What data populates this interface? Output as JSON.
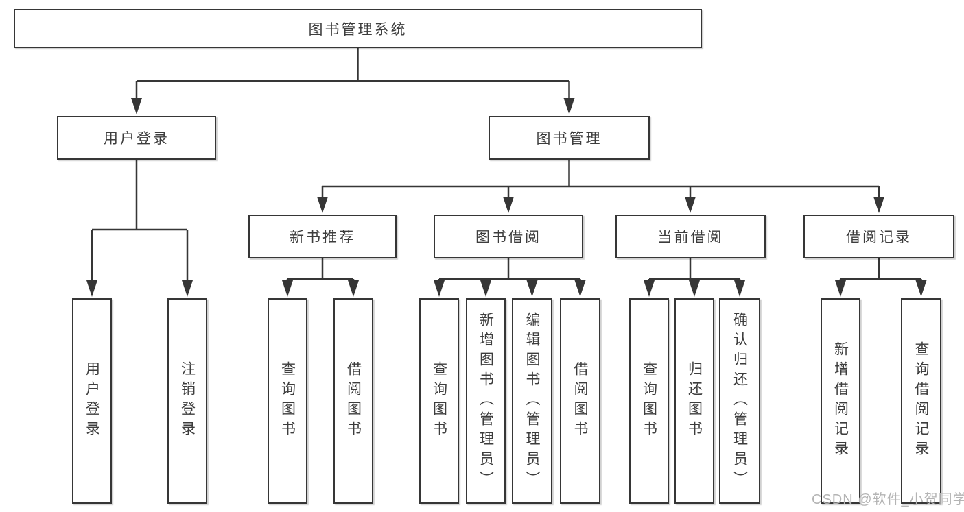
{
  "diagram": {
    "root": {
      "label": "图书管理系统",
      "children": [
        {
          "label": "用户登录",
          "children": [
            {
              "label": "用户登录"
            },
            {
              "label": "注销登录"
            }
          ]
        },
        {
          "label": "图书管理",
          "children": [
            {
              "label": "新书推荐",
              "children": [
                {
                  "label": "查询图书"
                },
                {
                  "label": "借阅图书"
                }
              ]
            },
            {
              "label": "图书借阅",
              "children": [
                {
                  "label": "查询图书"
                },
                {
                  "label": "新增图书（管理员）"
                },
                {
                  "label": "编辑图书（管理员）"
                },
                {
                  "label": "借阅图书"
                }
              ]
            },
            {
              "label": "当前借阅",
              "children": [
                {
                  "label": "查询图书"
                },
                {
                  "label": "归还图书"
                },
                {
                  "label": "确认归还（管理员）"
                }
              ]
            },
            {
              "label": "借阅记录",
              "children": [
                {
                  "label": "新增借阅记录"
                },
                {
                  "label": "查询借阅记录"
                }
              ]
            }
          ]
        }
      ]
    },
    "watermark": "CSDN @软件_小贺同学",
    "colors": {
      "line": "#363636",
      "text": "#3d3d3d",
      "watermark": "#b4b4b4",
      "background": "#ffffff"
    }
  }
}
